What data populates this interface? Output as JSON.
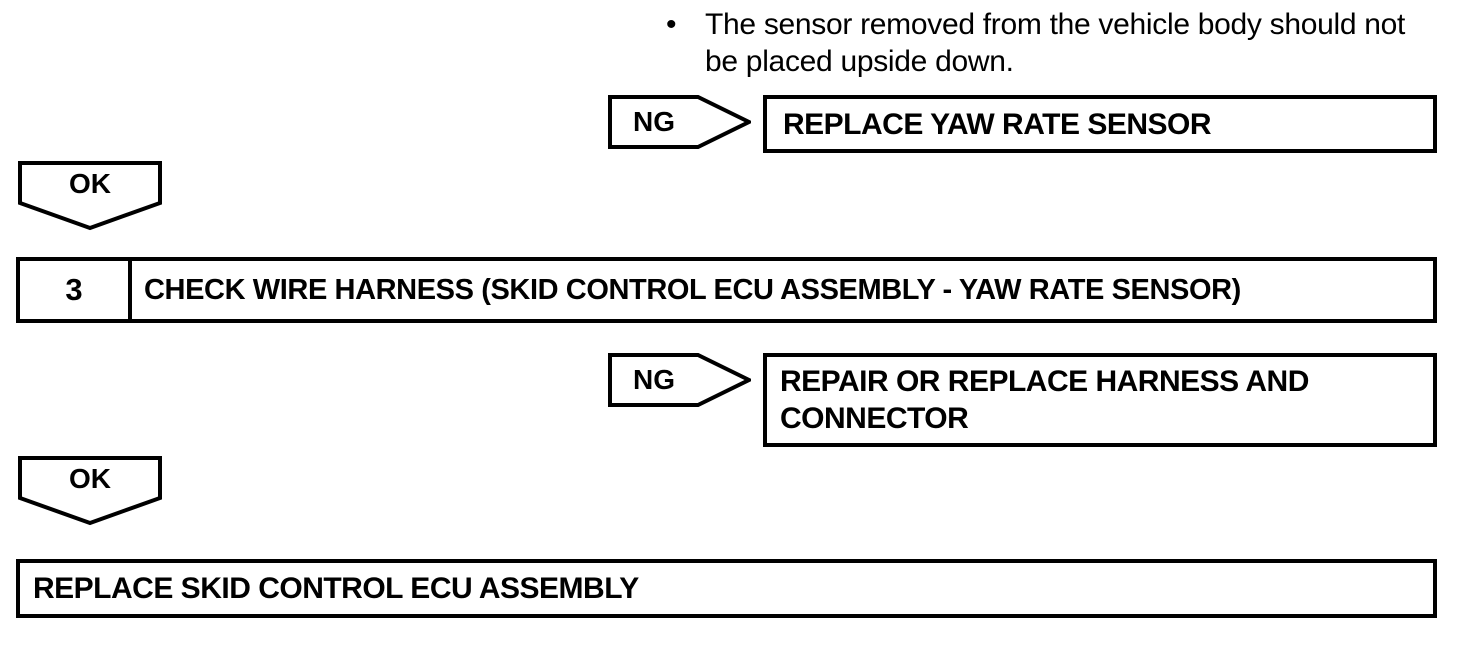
{
  "note": {
    "bullet": "•",
    "line1": "The sensor removed from the vehicle body should not",
    "line2": "be placed upside down."
  },
  "connectors": {
    "ng": "NG",
    "ok": "OK"
  },
  "flow": {
    "ng1_action": "REPLACE YAW RATE SENSOR",
    "step": {
      "number": "3",
      "title": "CHECK WIRE HARNESS (SKID CONTROL ECU ASSEMBLY - YAW RATE SENSOR)"
    },
    "ng2_action_line1": "REPAIR OR REPLACE HARNESS AND",
    "ng2_action_line2": "CONNECTOR",
    "final_action": "REPLACE SKID CONTROL ECU ASSEMBLY"
  }
}
